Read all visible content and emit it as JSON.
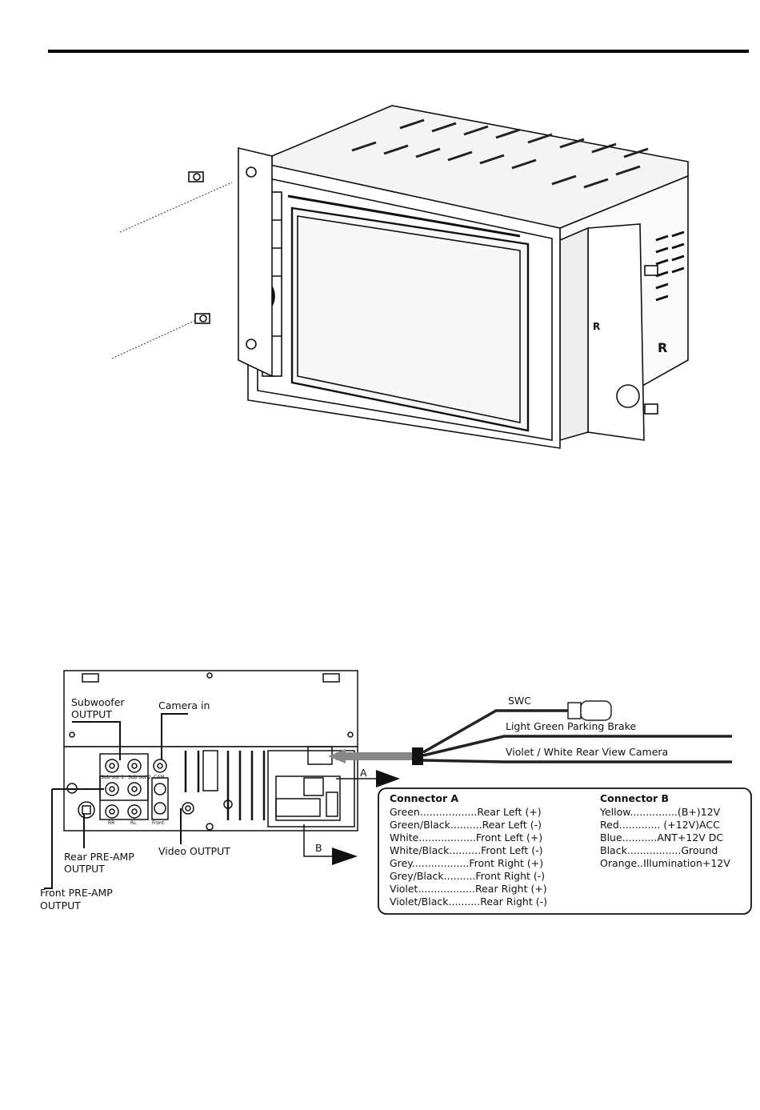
{
  "diagram": {
    "labels": {
      "subwoofer_line1": "Subwoofer",
      "subwoofer_line2": "OUTPUT",
      "camera_in": "Camera in",
      "video_output": "Video OUTPUT",
      "rear_preamp_line1": "Rear PRE-AMP",
      "rear_preamp_line2": "OUTPUT",
      "front_preamp_line1": "Front PRE-AMP",
      "front_preamp_line2": "OUTPUT",
      "swc": "SWC",
      "parking_brake": "Light Green Parking Brake",
      "rear_camera": "Violet / White Rear View Camera",
      "arrow_a": "A",
      "arrow_b": "B",
      "port_sub1": "Sub out 1",
      "port_sub2": "Sub out 2",
      "port_cam": "CAM",
      "port_rr": "RR",
      "port_rl": "RL",
      "port_front": "Front"
    },
    "connector_a": {
      "title": "Connector A",
      "rows": [
        "Green..................Rear Left (+)",
        "Green/Black..........Rear Left (-)",
        "White..................Front Left (+)",
        "White/Black..........Front Left (-)",
        "Grey..................Front Right (+)",
        "Grey/Black..........Front Right (-)",
        "Violet..................Rear Right (+)",
        "Violet/Black..........Rear Right (-)"
      ]
    },
    "connector_b": {
      "title": "Connector B",
      "rows": [
        "Yellow...............(B+)12V",
        "Red............. (+12V)ACC",
        "Blue...........ANT+12V DC",
        "Black.................Ground",
        "Orange..Illumination+12V"
      ]
    }
  }
}
